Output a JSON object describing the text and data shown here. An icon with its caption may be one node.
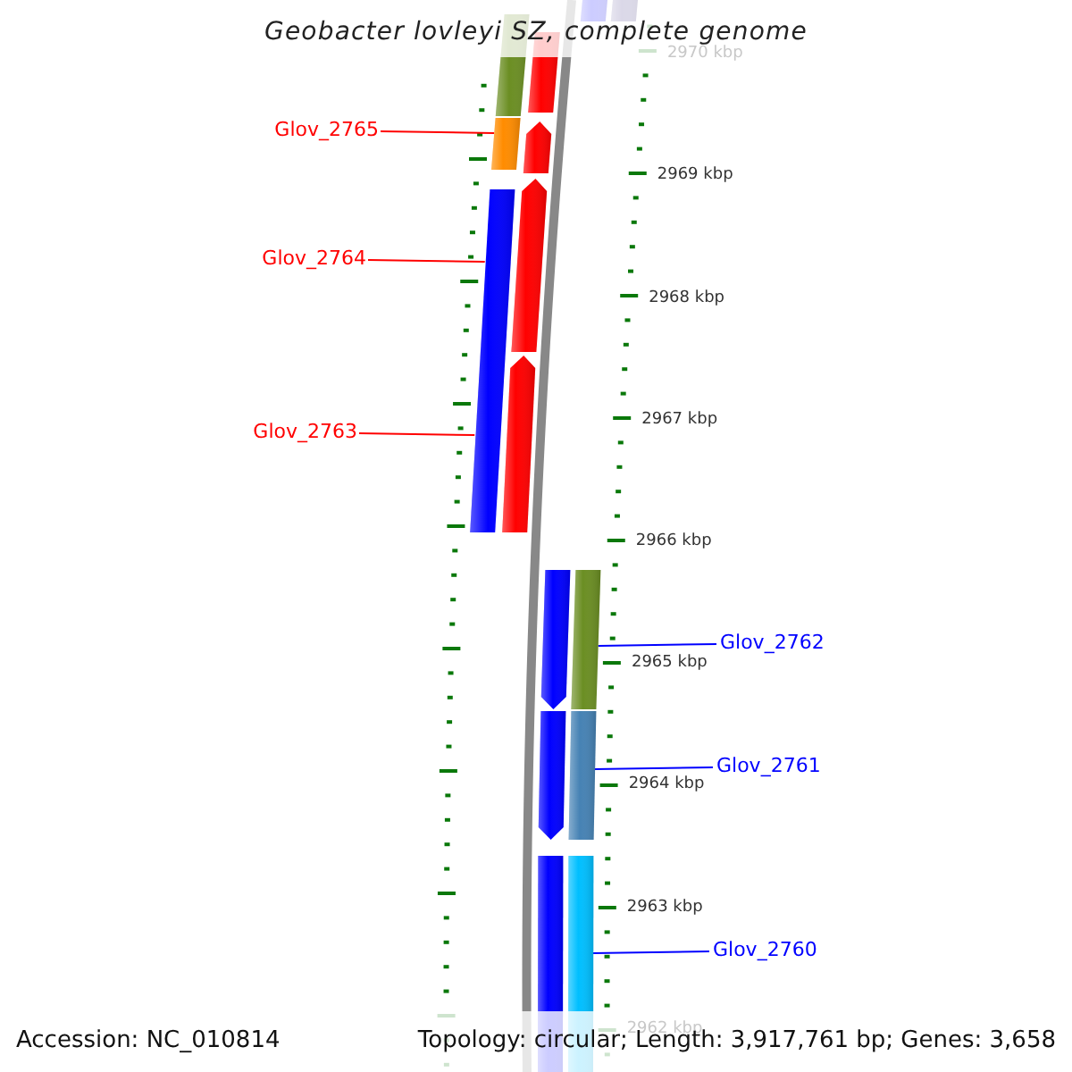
{
  "diagram": {
    "title": "Geobacter lovleyi SZ, complete genome",
    "nodes": [
      {
        "text": [
          "Glov_2765"
        ]
      },
      {
        "text": [],
        "shape": "bar"
      },
      {
        "text": [
          "Glov_2764"
        ]
      },
      {
        "text": [],
        "shape": "bar"
      },
      {
        "text": [
          "Glov_2763"
        ]
      },
      {
        "text": [
          "Glov_2762"
        ]
      },
      {
        "text": [],
        "shape": "bar"
      },
      {
        "text": [
          "Glov_2761"
        ]
      },
      {
        "text": [],
        "shape": "bar"
      },
      {
        "text": [
          "Glov_2760"
        ]
      },
      {
        "text": [],
        "shape": "bar"
      }
    ],
    "edges": [
      {
        "from": 0,
        "to": 1,
        "arrow": "none",
        "color": "#ff0000"
      },
      {
        "from": 2,
        "to": 3,
        "arrow": "none",
        "color": "#ff0000"
      },
      {
        "from": 4,
        "to": 3,
        "arrow": "none",
        "color": "#ff0000"
      },
      {
        "from": 5,
        "to": 6,
        "arrow": "none",
        "color": "#0000ff"
      },
      {
        "from": 7,
        "to": 8,
        "arrow": "none",
        "color": "#0000ff"
      },
      {
        "from": 9,
        "to": 10,
        "arrow": "none",
        "color": "#0000ff"
      }
    ],
    "labels": [
      "2970 kbp",
      "2969 kbp",
      "2968 kbp",
      "2967 kbp",
      "2966 kbp",
      "2965 kbp",
      "2964 kbp",
      "2963 kbp",
      "2962 kbp",
      "Accession: NC_010814",
      "Topology: circular; Length: 3,917,761 bp; Genes: 3,658"
    ]
  }
}
